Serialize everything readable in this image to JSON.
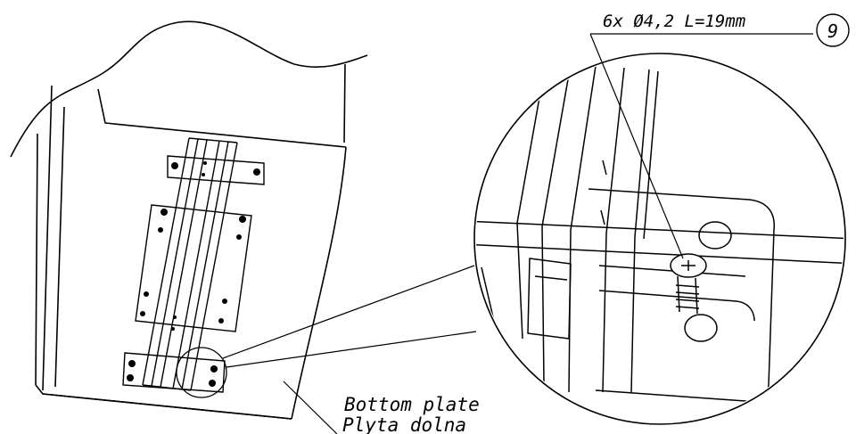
{
  "callout": {
    "spec": "6x  Ø4,2  L=19mm",
    "number": "9"
  },
  "label": {
    "line1": "Bottom plate",
    "line2": "Plyta dolna"
  },
  "colors": {
    "ink": "#000000",
    "paper": "#ffffff"
  }
}
